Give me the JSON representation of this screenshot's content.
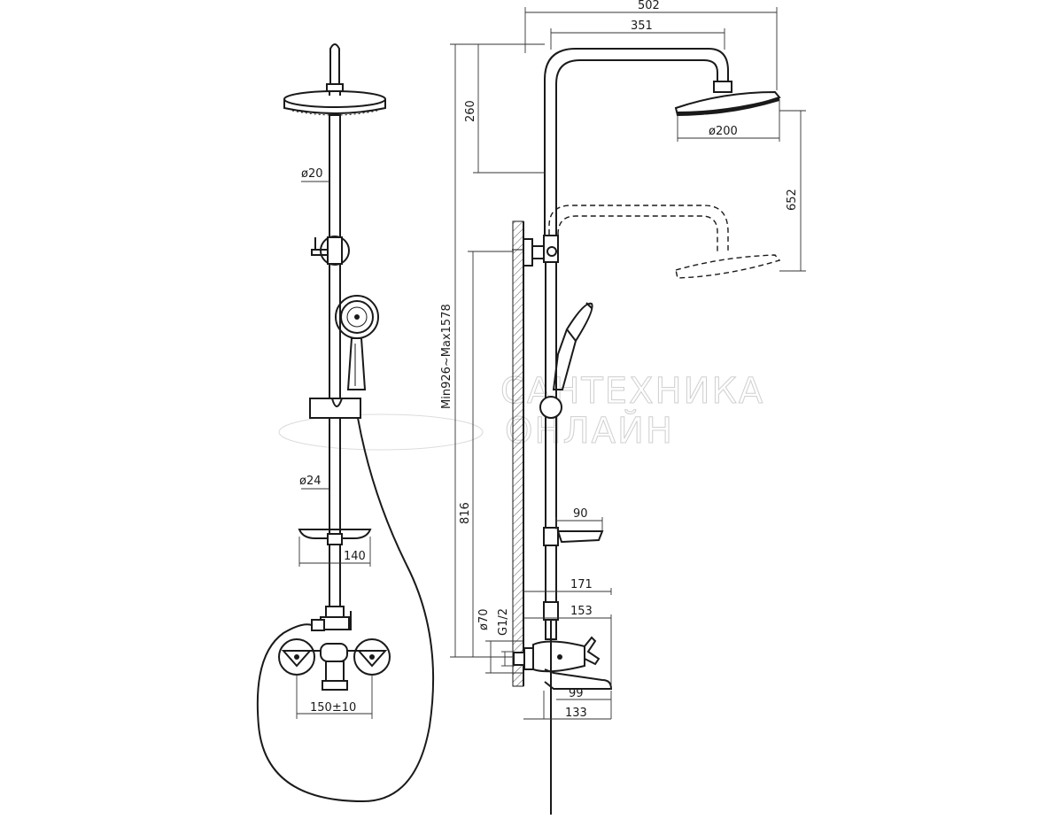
{
  "front_view": {
    "rod_diameter_top": "ø20",
    "rod_diameter_bottom": "ø24",
    "soap_dish_width": "140",
    "mixer_spacing": "150±10"
  },
  "side_view": {
    "overall_reach": "502",
    "arm_reach": "351",
    "head_height_offset": "260",
    "head_diameter": "ø200",
    "head_travel": "652",
    "total_height": "Min926~Max1578",
    "bracket_height": "816",
    "dish_depth": "90",
    "mixer_reach_1": "171",
    "mixer_reach_2": "153",
    "flange_diameter": "ø70",
    "thread": "G1/2",
    "spout_depth_1": "99",
    "spout_depth_2": "133"
  },
  "watermark": {
    "line1": "САНТЕХНИКА",
    "line2": "ОНЛАЙН"
  }
}
